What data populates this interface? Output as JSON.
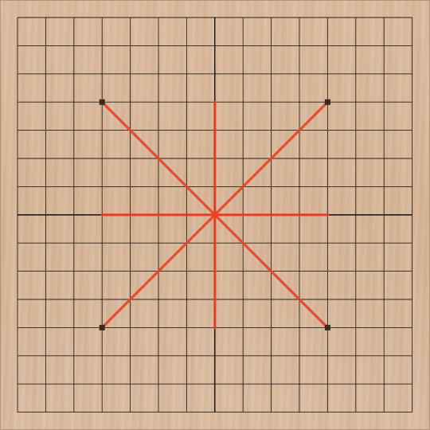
{
  "game": "go-board",
  "board": {
    "size": 15,
    "background_color": "#d9b99c",
    "grid_color": "#2a2018",
    "center_line_color": "#000000"
  },
  "markers": {
    "color": "#e8432a",
    "star_point_color": "#3a2a1e",
    "star_points": [
      [
        3,
        3
      ],
      [
        11,
        3
      ],
      [
        3,
        11
      ],
      [
        11,
        11
      ]
    ],
    "rays": [
      {
        "from": [
          7,
          7
        ],
        "to": [
          3,
          3
        ]
      },
      {
        "from": [
          7,
          7
        ],
        "to": [
          11,
          3
        ]
      },
      {
        "from": [
          7,
          7
        ],
        "to": [
          3,
          11
        ]
      },
      {
        "from": [
          7,
          7
        ],
        "to": [
          11,
          11
        ]
      },
      {
        "from": [
          7,
          7
        ],
        "to": [
          7,
          3
        ]
      },
      {
        "from": [
          7,
          7
        ],
        "to": [
          7,
          11
        ]
      },
      {
        "from": [
          7,
          7
        ],
        "to": [
          3,
          7
        ]
      },
      {
        "from": [
          7,
          7
        ],
        "to": [
          11,
          7
        ]
      }
    ]
  }
}
